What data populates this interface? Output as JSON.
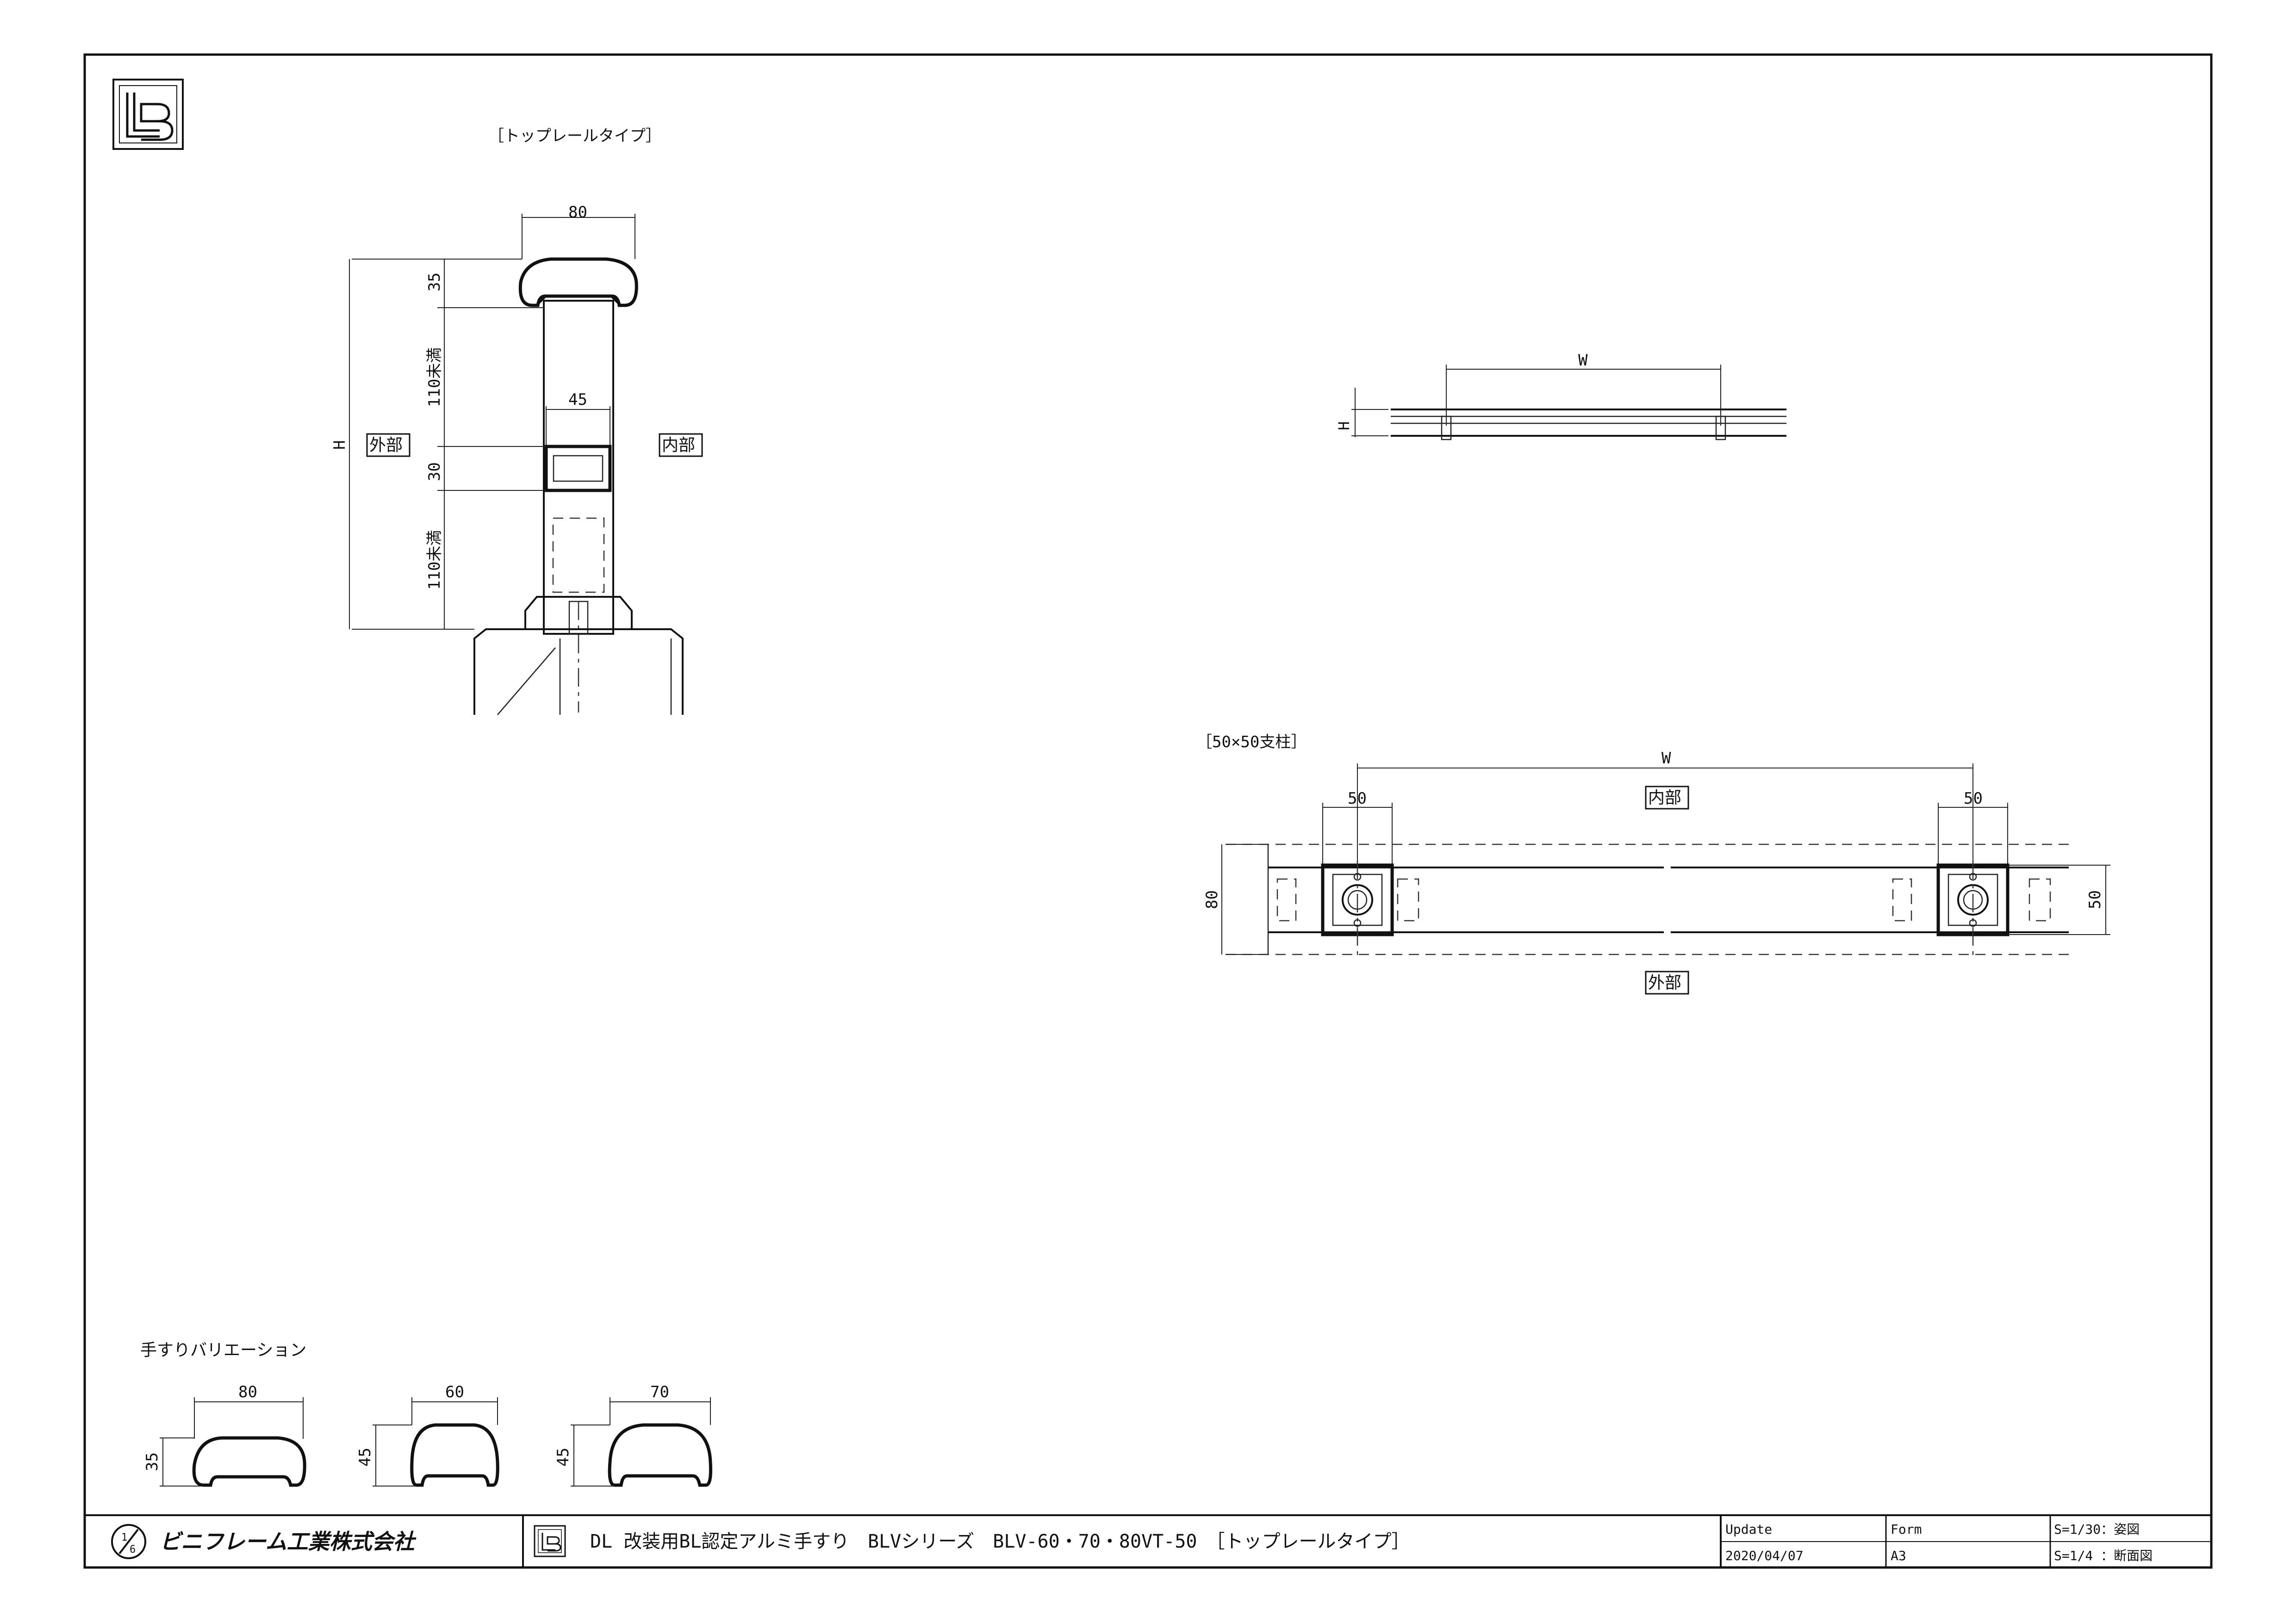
{
  "section": {
    "title": "［トップレールタイプ］",
    "dims": {
      "width_top": "80",
      "top_h": "35",
      "gap_upper": "110未満",
      "inner_w": "45",
      "mid_h": "30",
      "gap_lower": "110未満",
      "total_h": "H"
    },
    "outside_label": "外部",
    "inside_label": "内部"
  },
  "elevation": {
    "dim_w": "W",
    "dim_h": "H"
  },
  "plan": {
    "title": "［50×50支柱］",
    "dim_w": "W",
    "dim_post_left": "50",
    "dim_post_right": "50",
    "dim_depth": "80",
    "dim_post_depth": "50",
    "inside_label": "内部",
    "outside_label": "外部"
  },
  "variations": {
    "title": "手すりバリエーション",
    "items": [
      {
        "w": "80",
        "h": "35"
      },
      {
        "w": "60",
        "h": "45"
      },
      {
        "w": "70",
        "h": "45"
      }
    ]
  },
  "titleblock": {
    "company": "ビニフレーム工業株式会社",
    "drawing_title": "DL 改装用BL認定アルミ手すり　BLVシリーズ　BLV-60・70・80VT-50　［トップレールタイプ］",
    "update_label": "Update",
    "update_value": "2020/04/07",
    "form_label": "Form",
    "form_value": "A3",
    "scale_1": "S=1/30：姿図",
    "scale_2": "S=1/4 ：断面図"
  }
}
